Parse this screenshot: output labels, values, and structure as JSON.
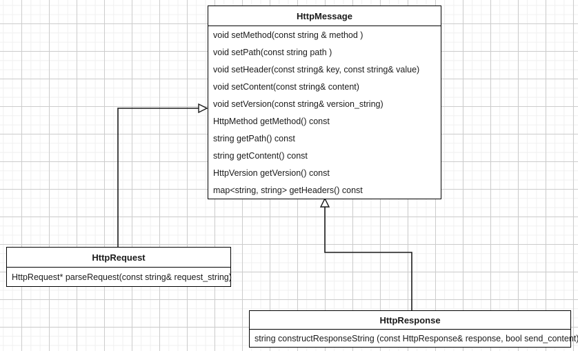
{
  "diagram": {
    "type": "uml-class-diagram",
    "title": "",
    "background": "#ffffff",
    "grid_color_major": "#cccccc",
    "grid_color_minor": "#f0f0f0",
    "line_color": "#1a1a1a"
  },
  "classes": [
    {
      "id": "httpmessage",
      "name": "HttpMessage",
      "members": [
        "void setMethod(const string & method )",
        "void setPath(const string path )",
        "void setHeader(const string& key, const string& value)",
        "void setContent(const string& content)",
        "void setVersion(const string& version_string)",
        "HttpMethod getMethod() const",
        "string getPath() const",
        "string getContent() const",
        "HttpVersion getVersion() const",
        " map<string, string> getHeaders() const"
      ]
    },
    {
      "id": "httprequest",
      "name": "HttpRequest",
      "members": [
        "HttpRequest* parseRequest(const string& request_string)"
      ]
    },
    {
      "id": "httpresponse",
      "name": "HttpResponse",
      "members": [
        "string constructResponseString (const HttpResponse& response, bool send_content)"
      ]
    }
  ],
  "relationships": [
    {
      "id": "rel-request-inherits-message",
      "type": "generalization",
      "from": "HttpRequest",
      "to": "HttpMessage",
      "arrowhead": "hollow-triangle"
    },
    {
      "id": "rel-response-inherits-message",
      "type": "generalization",
      "from": "HttpResponse",
      "to": "HttpMessage",
      "arrowhead": "hollow-triangle"
    }
  ]
}
